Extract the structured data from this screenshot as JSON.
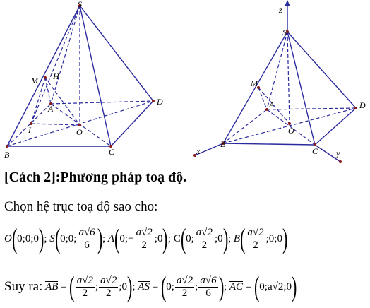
{
  "figure_left": {
    "labels": {
      "S": "S",
      "H": "H",
      "M": "M",
      "A": "A",
      "I": "I",
      "O": "O",
      "D": "D",
      "B": "B",
      "C": "C"
    }
  },
  "figure_right": {
    "labels": {
      "z": "z",
      "S": "S",
      "M": "M",
      "A": "A",
      "O": "O",
      "D": "D",
      "B": "B",
      "C": "C",
      "x": "x",
      "y": "y"
    }
  },
  "heading": "[Cách 2]:Phương pháp toạ độ.",
  "intro": "Chọn hệ trục toạ độ sao cho:",
  "coords": {
    "O": "O",
    "O_val": "0;0;0",
    "S": "S",
    "S_pre": "0;0;",
    "S_num": "a√6",
    "S_den": "6",
    "A": "A",
    "A_pre": "0;−",
    "A_num": "a√2",
    "A_den": "2",
    "A_post": ";0",
    "C": "C",
    "C_pre": "0;",
    "C_num": "a√2",
    "C_den": "2",
    "C_post": ";0",
    "B": "B",
    "B_num": "a√2",
    "B_den": "2",
    "B_post": ";0;0"
  },
  "result": {
    "prefix": "Suy ra:",
    "AB": "AB",
    "AB_num1": "a√2",
    "AB_den1": "2",
    "AB_num2": "a√2",
    "AB_den2": "2",
    "AB_post": ";0",
    "AS": "AS",
    "AS_pre": "0;",
    "AS_num1": "a√2",
    "AS_den1": "2",
    "AS_num2": "a√6",
    "AS_den2": "6",
    "AC": "AC",
    "AC_val": "0;a√2;0"
  }
}
